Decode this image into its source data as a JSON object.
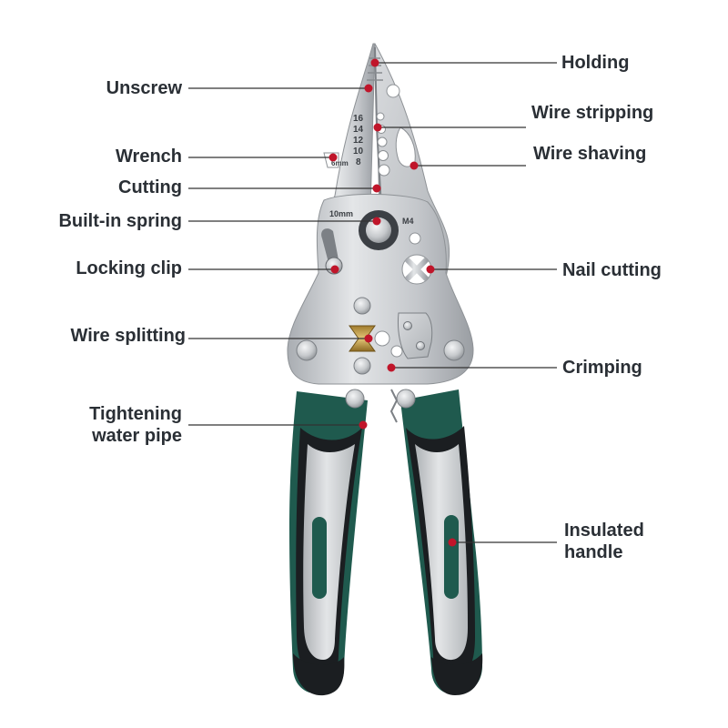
{
  "labels": {
    "holding": "Holding",
    "unscrew": "Unscrew",
    "wire_stripping": "Wire stripping",
    "wrench": "Wrench",
    "wire_shaving": "Wire shaving",
    "cutting": "Cutting",
    "built_in_spring": "Built-in spring",
    "locking_clip": "Locking clip",
    "nail_cutting": "Nail cutting",
    "wire_splitting": "Wire splitting",
    "crimping": "Crimping",
    "tightening_line1": "Tightening",
    "tightening_line2": "water pipe",
    "insulated_line1": "Insulated",
    "insulated_line2": "handle"
  },
  "tool_markings": {
    "gauge_16": "16",
    "gauge_14": "14",
    "gauge_12": "12",
    "gauge_10": "10",
    "gauge_8": "8",
    "wrench_size": "6mm",
    "spring_size": "10mm",
    "screw_size": "M4"
  },
  "colors": {
    "label_text": "#2a2f35",
    "leader_line": "#333333",
    "dot": "#c0152a",
    "steel": "#c9ccd0",
    "handle_green": "#1f5a4e",
    "handle_black": "#1b1e21",
    "handle_grey": "#c8cccf"
  }
}
